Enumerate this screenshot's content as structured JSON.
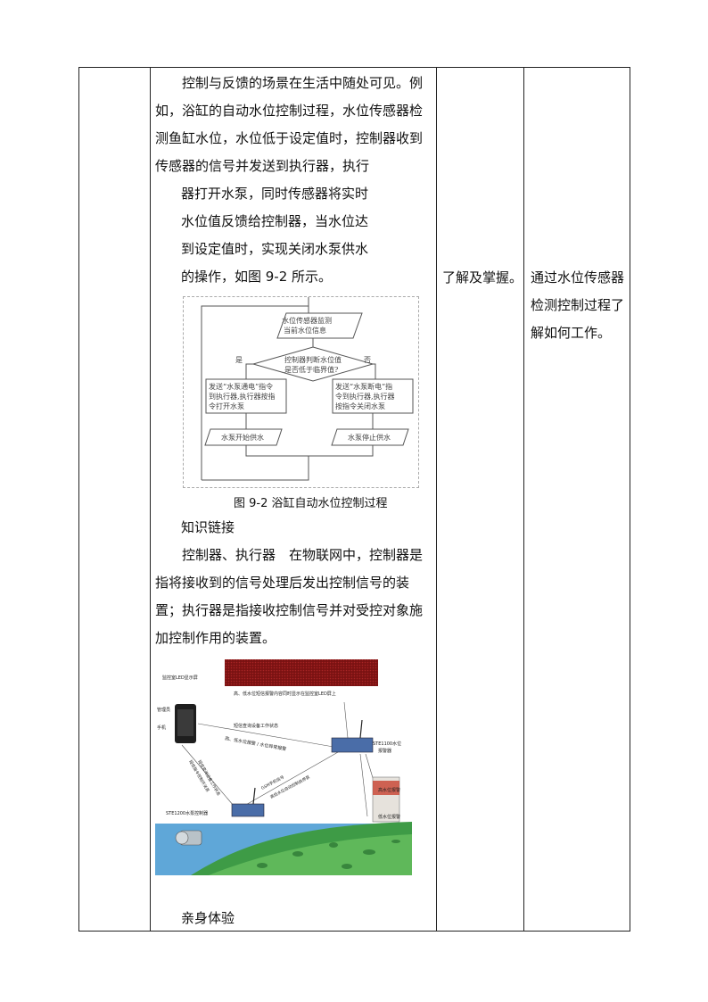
{
  "main_text": {
    "para1_full": "控制与反馈的场景在生活中随处可见。例如，浴缸的自动水位控制过程，水位传感器检测鱼缸水位，水位低于设定值时，控制器收到传感器的信号并发送到执行器，执行",
    "line2": "器打开水泵，同时传感器将实时",
    "line3": "水位值反馈给控制器，当水位达",
    "line4": "到设定值时，实现关闭水泵供水",
    "line5": "的操作，如图 9-2 所示。"
  },
  "flowchart": {
    "step1_a": "水位传感器监测",
    "step1_b": "当前水位信息",
    "decision_a": "控制器判断水位值",
    "decision_b": "是否低于临界值?",
    "yes": "是",
    "no": "否",
    "left_box_a": "发送“水泵通电”指令",
    "left_box_b": "到执行器,执行器按指",
    "left_box_c": "令打开水泵",
    "right_box_a": "发送“水泵断电”指",
    "right_box_b": "令到执行器,执行器",
    "right_box_c": "按指令关闭水泵",
    "left_out": "水泵开始供水",
    "right_out": "水泵停止供水"
  },
  "figure_caption": "图 9-2  浴缸自动水位控制过程",
  "knowledge_heading": "知识链接",
  "knowledge_text": "控制器、执行器　在物联网中，控制器是指将接收到的信号处理后发出控制信号的装置；执行器是指接收控制信号并对受控对象施加控制作用的装置。",
  "photo": {
    "led_label": "监控室LED显示屏",
    "led_caption": "高、低水位短信报警内容同时显示在监控室LED屏上",
    "phone_label_1": "管理员",
    "phone_label_2": "手机",
    "msg_1": "短信查询设备工作状态",
    "msg_2": "高、低水位报警 / 水位异常报警",
    "msg_3": "短信查询设备工作状态",
    "msg_4": "短信指令控制开关泵",
    "gsm_1": "GSM手机信号",
    "gsm_2": "高低水位自动控制启停泵",
    "alarm_label_1": "STE1100水位",
    "alarm_label_2": "报警器",
    "controller_label": "STE1200水泵控制器",
    "high_label": "高水位报警",
    "low_label": "低水位报警"
  },
  "experience_heading": "亲身体验",
  "col3_text": "了解及掌握。",
  "col4_text": "通过水位传感器检测控制过程了解如何工作。"
}
